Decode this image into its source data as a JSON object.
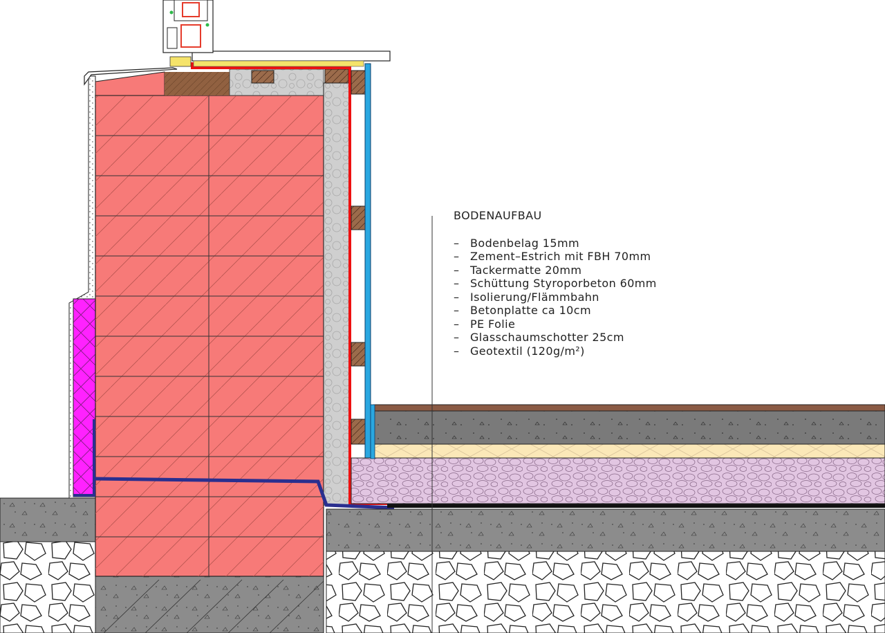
{
  "legend": {
    "title": "BODENAUFBAU",
    "items": [
      "Bodenbelag 15mm",
      "Zement–Estrich mit FBH 70mm",
      "Tackermatte 20mm",
      "Schüttung Styroporbeton 60mm",
      "Isolierung/Flämmbahn",
      "Betonplatte ca 10cm",
      "PE Folie",
      "Glasschaumschotter 25cm",
      "Geotextil (120g/m²)"
    ]
  },
  "colors": {
    "brick": "#f77a78",
    "concrete": "#8c8c8c",
    "screed": "#7a7a7a",
    "tacker": "#fbe8b8",
    "styro": "#e2c6e2",
    "membrane_red": "#ee1111",
    "insulation_blue": "#2aa7e0",
    "seal_navy": "#2a2f8f",
    "magenta": "#ff22ff",
    "floor_brown": "#8a5a44"
  }
}
